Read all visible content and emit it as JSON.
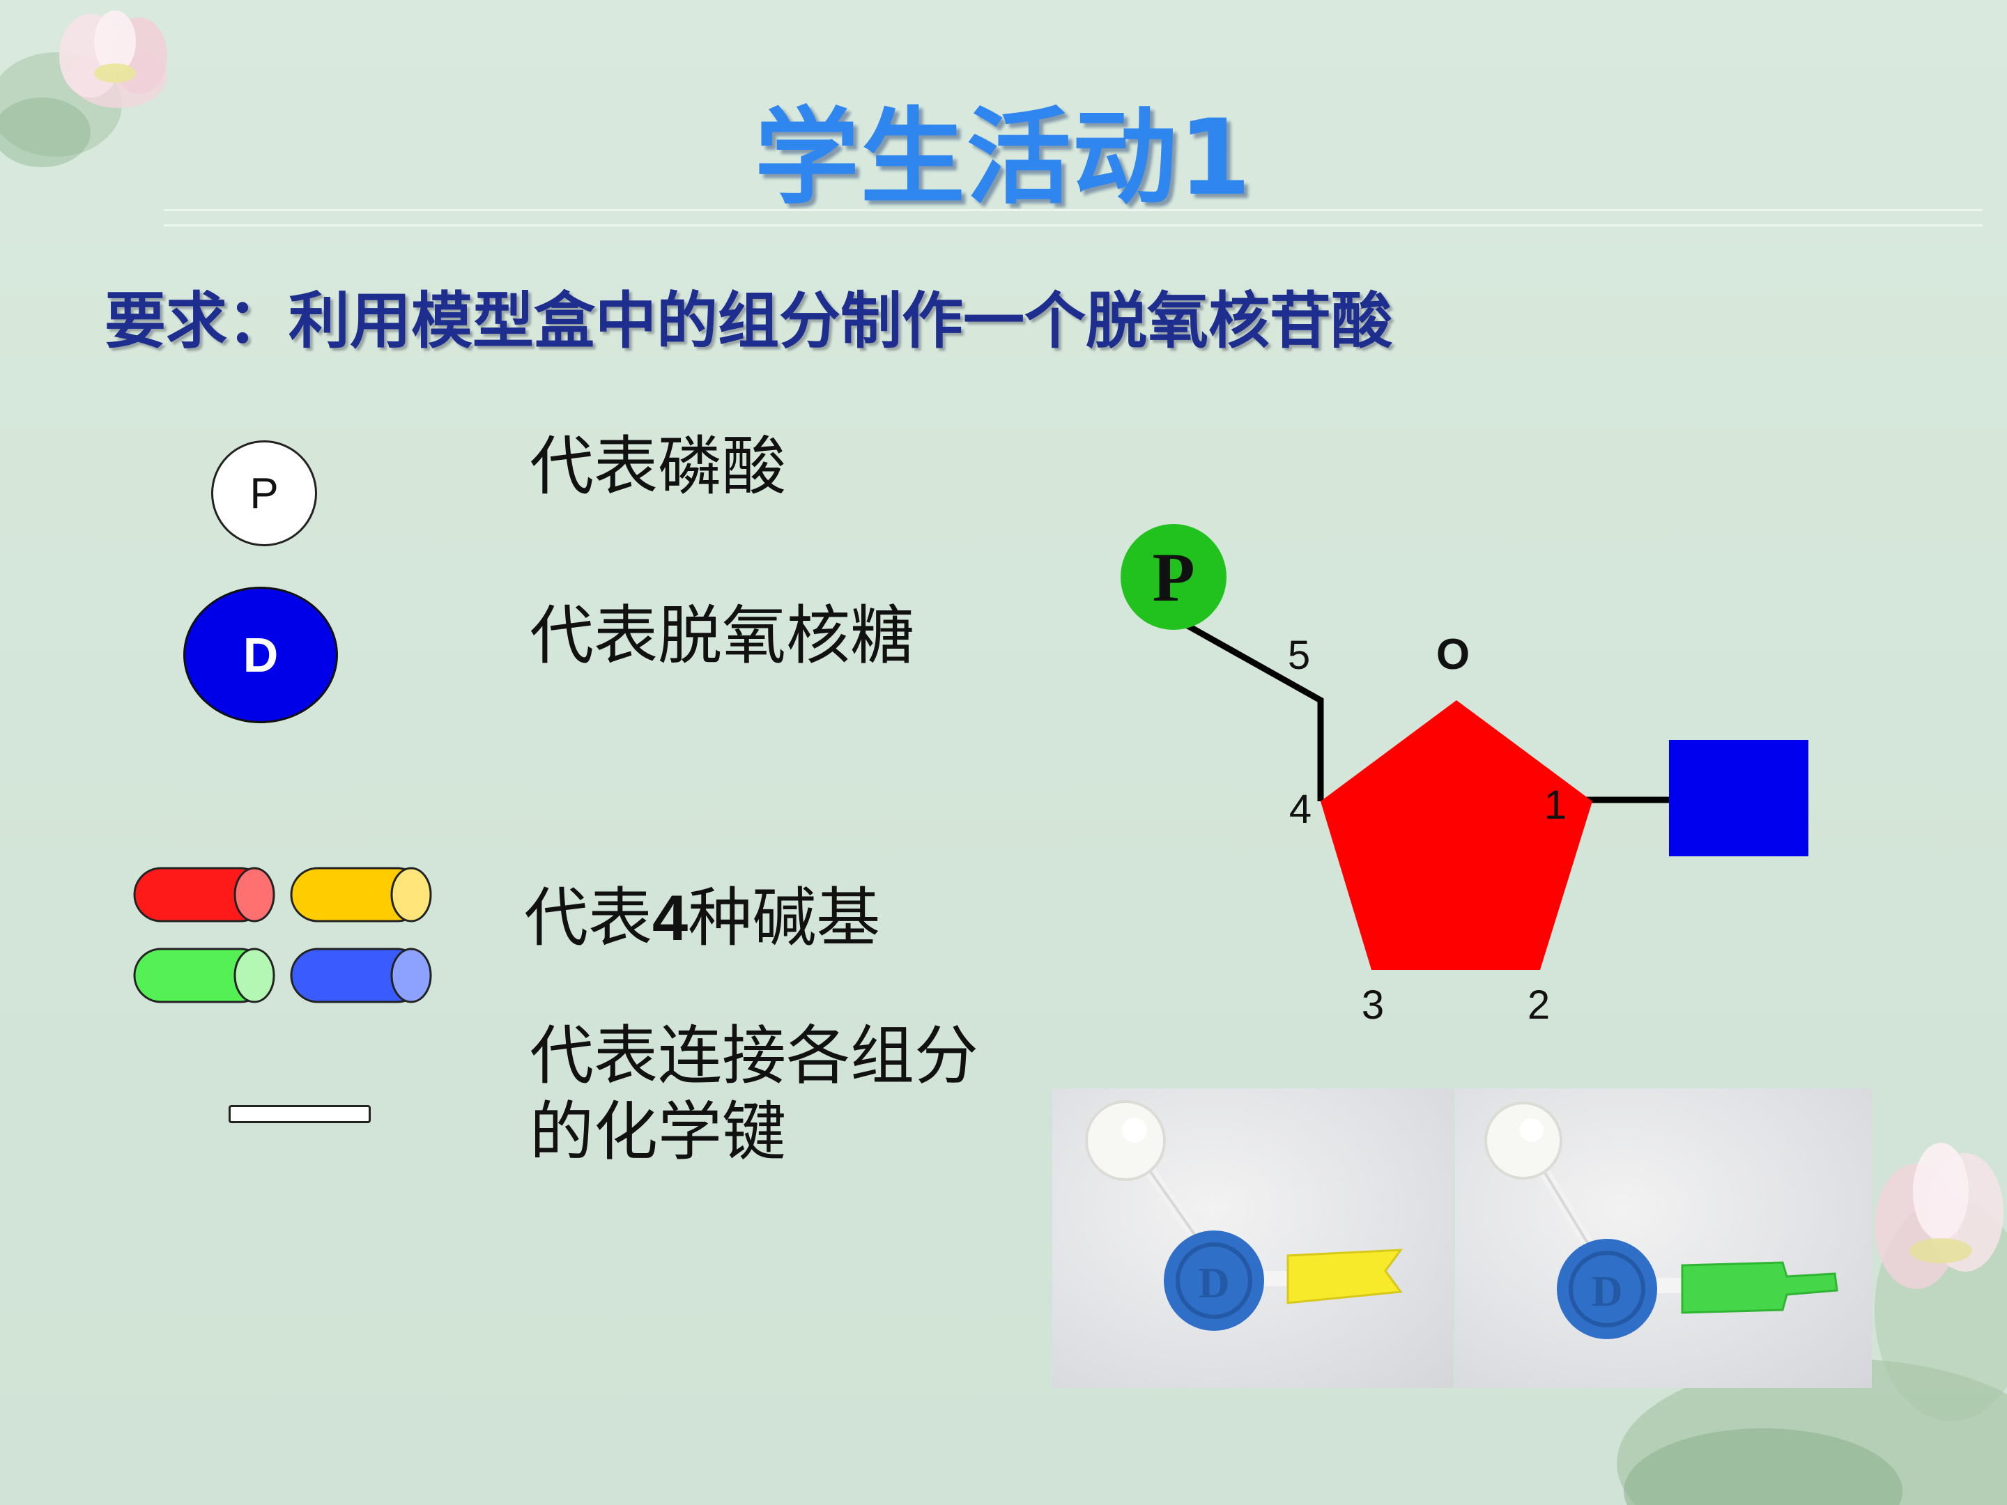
{
  "slide": {
    "title": "学生活动1",
    "requirement": "要求：利用模型盒中的组分制作一个脱氧核苷酸"
  },
  "legend": {
    "phosphate_symbol": "P",
    "phosphate_label": "代表磷酸",
    "sugar_symbol": "D",
    "sugar_label": "代表脱氧核糖",
    "bases_label_prefix": "代表",
    "bases_label_number": "4",
    "bases_label_suffix": "种碱基",
    "bond_label_line1": "代表连接各组分",
    "bond_label_line2": "的化学键",
    "base_colors": [
      "#ff1a1a",
      "#ffcc00",
      "#55f055",
      "#3a5cff"
    ]
  },
  "diagram": {
    "phosphate_symbol": "P",
    "ring_oxygen": "O",
    "carbon_labels": [
      "5",
      "4",
      "1",
      "3",
      "2"
    ],
    "colors": {
      "phosphate": "#22c21e",
      "sugar": "#ff0000",
      "base": "#0000ee",
      "bond": "#000000"
    }
  },
  "photos": {
    "icons": [
      "phosphate-bead-icon",
      "sugar-bead-icon",
      "base-piece-icon"
    ],
    "photo1_base_color": "#f7ea2a",
    "photo2_base_color": "#46d64a"
  }
}
